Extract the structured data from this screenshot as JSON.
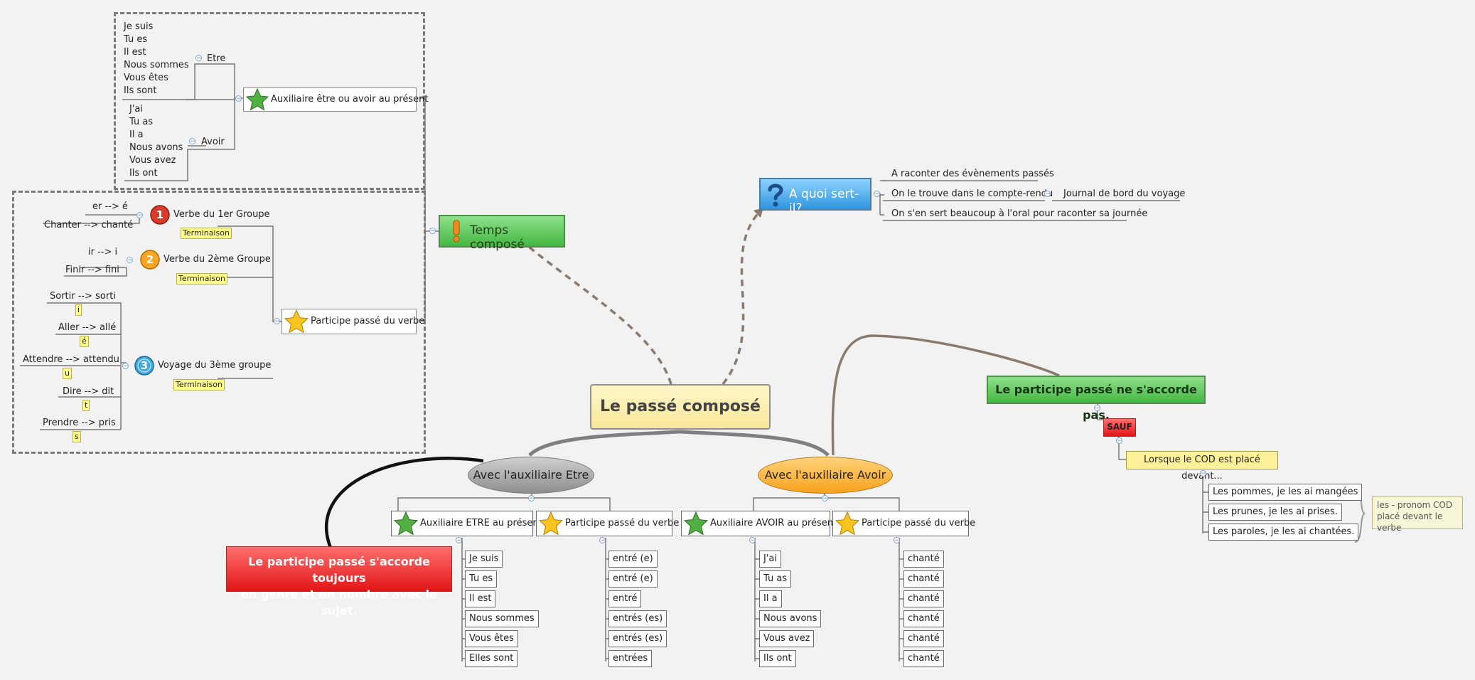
{
  "central": "Le passé composé",
  "temps": {
    "title": "Temps composé",
    "aux": {
      "label": "Auxiliaire être ou avoir au présent",
      "etre": {
        "label": "Etre",
        "items": [
          "Je suis",
          "Tu es",
          "Il est",
          "Nous sommes",
          "Vous êtes",
          "Ils sont"
        ]
      },
      "avoir": {
        "label": "Avoir",
        "items": [
          "J'ai",
          "Tu as",
          "Il a",
          "Nous avons",
          "Vous avez",
          "Ils ont"
        ]
      }
    },
    "participe": {
      "label": "Participe passé du verbe",
      "termination": "Terminaison",
      "g1": {
        "label": "Verbe du 1er Groupe",
        "rule": "er --> é",
        "example": "Chanter --> chanté"
      },
      "g2": {
        "label": "Verbe du 2ème Groupe",
        "rule": "ir --> i",
        "example": "Finir --> fini"
      },
      "g3": {
        "label": "Voyage du 3ème groupe",
        "items": [
          {
            "text": "Sortir --> sorti",
            "tag": "i"
          },
          {
            "text": "Aller --> allé",
            "tag": "é"
          },
          {
            "text": "Attendre --> attendu",
            "tag": "u"
          },
          {
            "text": "Dire --> dit",
            "tag": "t"
          },
          {
            "text": "Prendre --> pris",
            "tag": "s"
          }
        ]
      },
      "icon_numbers": [
        "1",
        "2",
        "3"
      ]
    }
  },
  "quoi": {
    "title": "A quoi sert-il?",
    "items": [
      "A raconter des évènements passés",
      "On le trouve dans le compte-rendu",
      "On s'en sert beaucoup à l'oral pour raconter sa journée"
    ],
    "sub": "Journal de bord du voyage"
  },
  "etre_branch": {
    "title": "Avec l'auxiliaire Etre",
    "aux_label": "Auxiliaire ETRE au présent",
    "pp_label": "Participe passé du verbe",
    "aux_items": [
      "Je suis",
      "Tu es",
      "Il est",
      "Nous sommes",
      "Vous êtes",
      "Elles sont"
    ],
    "pp_items": [
      "entré (e)",
      "entré (e)",
      "entré",
      "entrés (es)",
      "entrés (es)",
      "entrées"
    ],
    "rule": [
      "Le participe passé s'accorde toujours",
      "en genre et en nombre avec le sujet."
    ]
  },
  "avoir_branch": {
    "title": "Avec l'auxiliaire Avoir",
    "aux_label": "Auxiliaire AVOIR au présent",
    "pp_label": "Participe passé du verbe",
    "aux_items": [
      "J'ai",
      "Tu as",
      "Il a",
      "Nous avons",
      "Vous avez",
      "Ils ont"
    ],
    "pp_items": [
      "chanté",
      "chanté",
      "chanté",
      "chanté",
      "chanté",
      "chanté"
    ]
  },
  "accord": {
    "title": "Le participe passé ne s'accorde pas.",
    "sauf": "SAUF",
    "cod": "Lorsque le COD est placé devant...",
    "examples": [
      "Les pommes, je les ai mangées",
      "Les prunes, je les ai prises.",
      "Les paroles, je les ai chantées."
    ],
    "note": [
      "les - pronom COD",
      "placé devant le verbe"
    ]
  },
  "colors": {
    "background": "#f2f2f2",
    "central_fill": "#fbeeab",
    "green": "#43b843",
    "blue": "#2f95de",
    "red": "#e21616",
    "connector": "#8a7a6e"
  },
  "icons": [
    "star-icon",
    "exclamation-icon",
    "question-icon",
    "number-1-icon",
    "number-2-icon",
    "number-3-icon",
    "collapse-toggle-icon"
  ]
}
